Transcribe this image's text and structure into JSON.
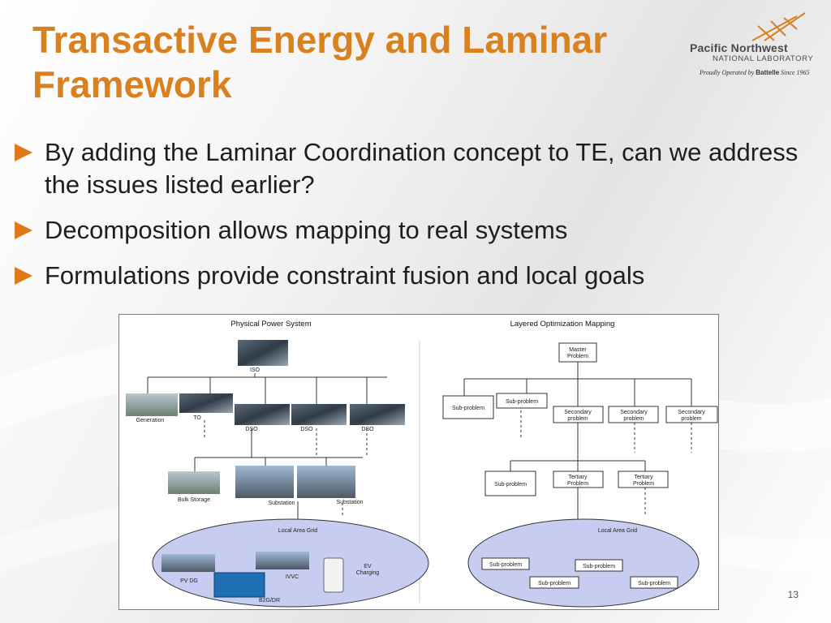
{
  "slide": {
    "title_line1": "Transactive Energy and Laminar",
    "title_line2": "Framework",
    "page_number": "13"
  },
  "logo": {
    "name": "Pacific Northwest",
    "subname": "NATIONAL LABORATORY",
    "tagline_pre": "Proudly Operated by",
    "tagline_brand": "Battelle",
    "tagline_post": "Since 1965"
  },
  "bullets": [
    "By adding the Laminar Coordination concept to TE, can we address the issues listed earlier?",
    "Decomposition allows mapping to real systems",
    "Formulations provide constraint fusion and local goals"
  ],
  "colors": {
    "title": "#d9801f",
    "bullet_arrow": "#e07a19",
    "grid_ellipse": "#c6cdf0"
  },
  "figure": {
    "physical": {
      "heading": "Physical Power System",
      "iso": "ISO",
      "generation": "Generation",
      "to": "TO",
      "dso1": "DSO",
      "dso2": "DSO",
      "dso3": "DSO",
      "bulk_storage": "Bulk Storage",
      "substation1": "Substation",
      "substation2": "Substation",
      "local_area_grid": "Local Area Grid",
      "pv_dg": "PV DG",
      "b2g_dr": "B2G/DR",
      "ivvc": "IVVC",
      "ev_charging_1": "EV",
      "ev_charging_2": "Charging"
    },
    "optimization": {
      "heading": "Layered Optimization Mapping",
      "master_1": "Master",
      "master_2": "Problem",
      "subproblem": "Sub-problem",
      "secondary_1": "Secondary",
      "secondary_2": "problem",
      "tertiary_1": "Tertiary",
      "tertiary_2": "Problem",
      "local_area_grid": "Local Area Grid"
    }
  }
}
